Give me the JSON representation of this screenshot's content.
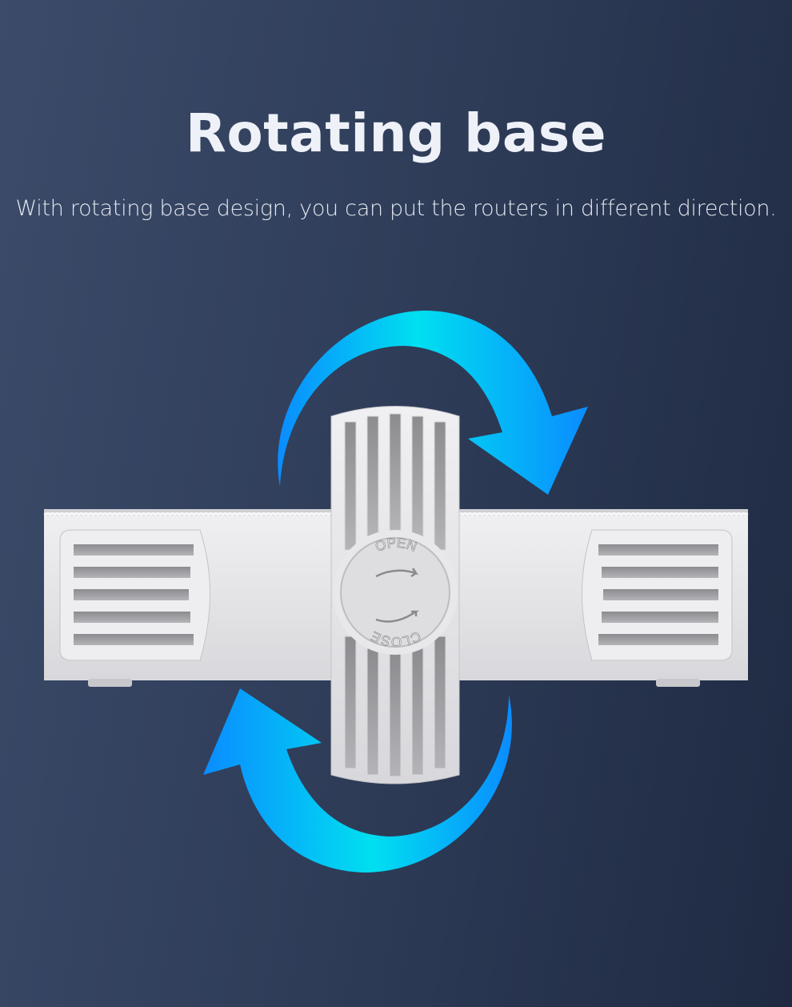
{
  "header": {
    "title": "Rotating base",
    "subtitle": "With rotating base design, you can put the routers in different direction."
  },
  "product": {
    "dial_open_label": "OPEN",
    "dial_close_label": "CLOSE"
  },
  "colors": {
    "background_start": "#3b4b69",
    "background_end": "#1f2a42",
    "arrow_light": "#00e0f0",
    "arrow_dark": "#0a8cff",
    "product_body": "#e6e6e8"
  }
}
